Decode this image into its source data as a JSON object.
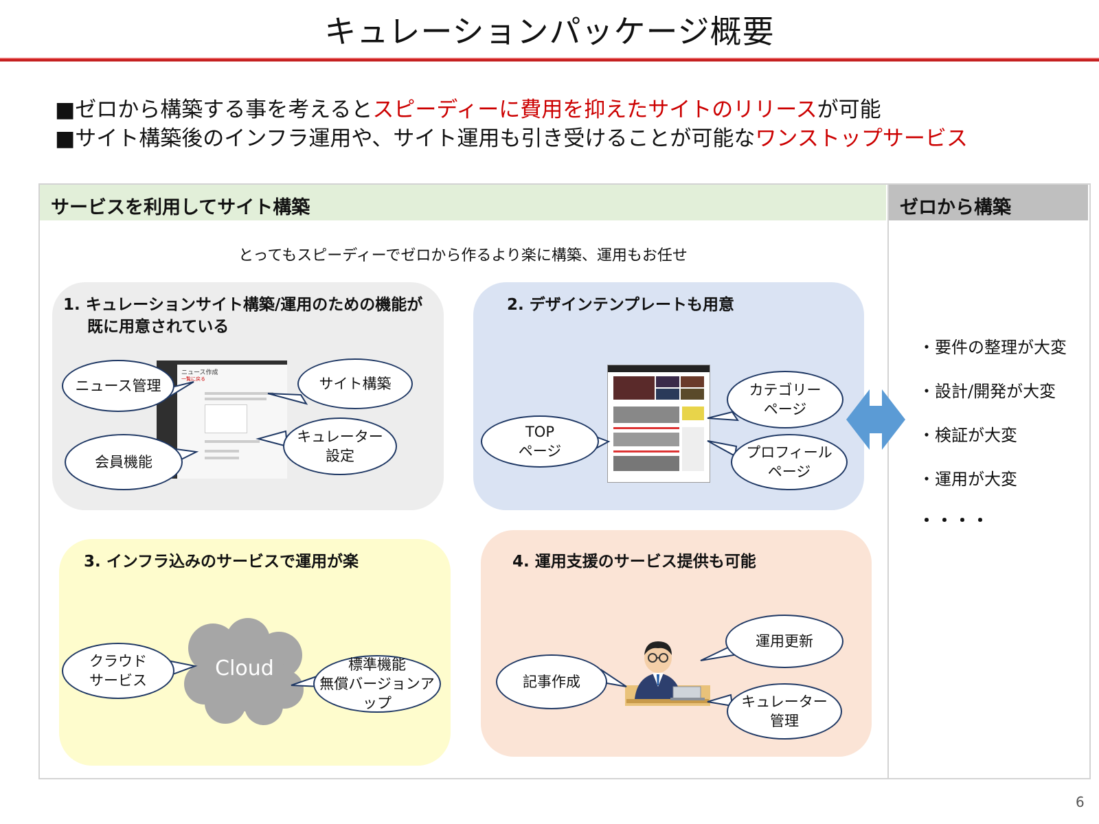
{
  "title": "キュレーションパッケージ概要",
  "bullets": [
    {
      "marker": "■",
      "prefix": "ゼロから構築する事を考えると",
      "highlight": "スピーディーに費用を抑えたサイトのリリース",
      "suffix": "が可能"
    },
    {
      "marker": "■",
      "prefix": "サイト構築後のインフラ運用や、サイト運用も引き受けることが可能な",
      "highlight": "ワンストップサービス",
      "suffix": ""
    }
  ],
  "left_panel": {
    "header": "サービスを利用してサイト構築",
    "tagline": "とってもスピーディーでゼロから作るより楽に構築、運用もお任せ",
    "box1": {
      "title_line1": "1. キュレーションサイト構築/運用のための機能が",
      "title_line2": "既に用意されている",
      "bubbles": [
        "ニュース管理",
        "サイト構築",
        "キュレーター\n設定",
        "会員機能"
      ],
      "screenshot": {
        "heading": "ニュース作成",
        "sub": "一覧に戻る"
      }
    },
    "box2": {
      "title": "2. デザインテンプレートも用意",
      "bubbles": [
        "TOP\nページ",
        "カテゴリー\nページ",
        "プロフィール\nページ"
      ]
    },
    "box3": {
      "title": "3. インフラ込みのサービスで運用が楽",
      "cloud_label": "Cloud",
      "bubbles": [
        "クラウド\nサービス",
        "標準機能\n無償バージョンアップ"
      ]
    },
    "box4": {
      "title": "4. 運用支援のサービス提供も可能",
      "bubbles": [
        "記事作成",
        "運用更新",
        "キュレーター\n管理"
      ]
    }
  },
  "right_panel": {
    "header": "ゼロから構築",
    "items": [
      "・要件の整理が大変",
      "・設計/開発が大変",
      "・検証が大変",
      "・運用が大変"
    ],
    "ellipsis": "・・・・"
  },
  "page_number": "6",
  "colors": {
    "accent_red": "#cc0000",
    "left_header_bg": "#e2efd9",
    "right_header_bg": "#bfbfbf",
    "box1_bg": "#ededed",
    "box2_bg": "#dae3f3",
    "box3_bg": "#fefccd",
    "box4_bg": "#fbe4d6",
    "arrow": "#5b9bd5"
  }
}
